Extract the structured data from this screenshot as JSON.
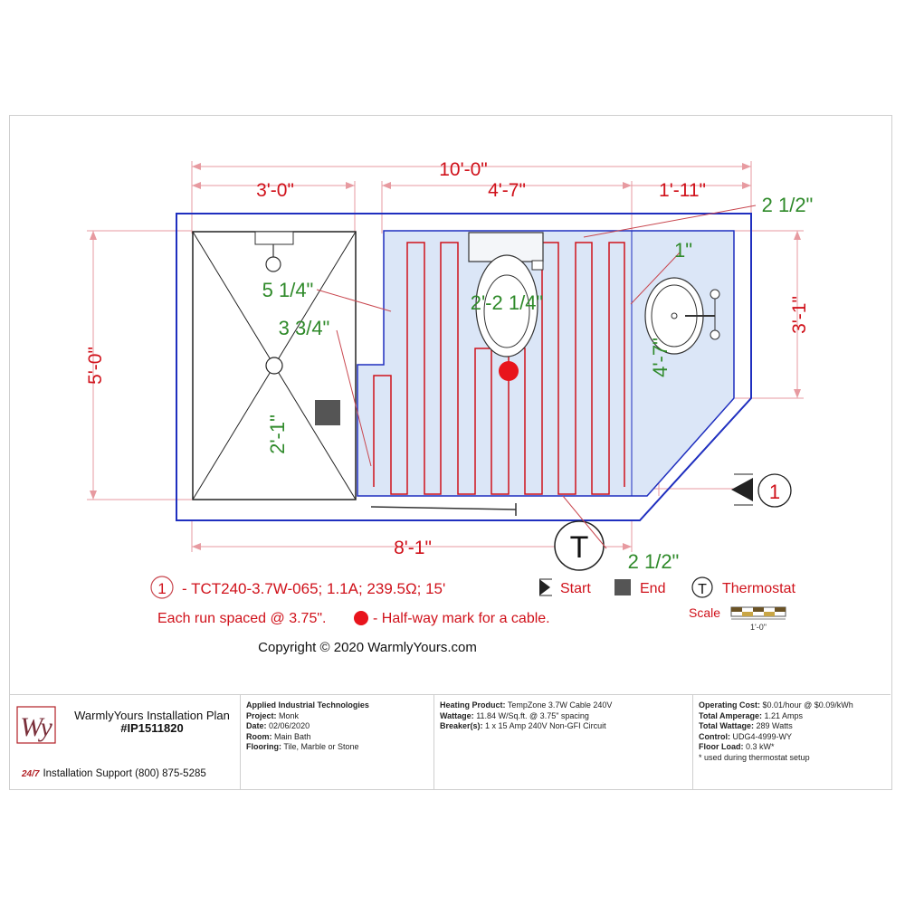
{
  "dimensions": {
    "overall_width": "10'-0\"",
    "shower_width": "3'-0\"",
    "heated_width": "4'-7\"",
    "vanity_width": "1'-11\"",
    "room_height": "5'-0\"",
    "vanity_height": "3'-1\"",
    "bottom_width": "8'-1\"",
    "vanity_run": "4'-7\"",
    "lower_run": "2'-1\"",
    "toilet_offset": "2'-2 1/4\""
  },
  "offsets": {
    "top_right": "2 1/2\"",
    "vanity_gap": "1\"",
    "left_offset": "5 1/4\"",
    "shower_gap": "3 3/4\"",
    "bottom_offset": "2 1/2\""
  },
  "markers": {
    "cable_number": "1",
    "thermostat_symbol": "T"
  },
  "legend": {
    "cable_number": "1",
    "cable_spec": "- TCT240-3.7W-065; 1.1A; 239.5Ω; 15'",
    "start_label": "Start",
    "end_label": "End",
    "thermostat_symbol": "T",
    "thermostat_label": "Thermostat",
    "spacing_note": "Each run spaced @ 3.75\".",
    "halfway_note": "- Half-way mark for a cable.",
    "scale_label": "Scale",
    "scale_value": "1'-0\"",
    "copyright": "Copyright © 2020 WarmlyYours.com"
  },
  "title_block": {
    "brand_title": "WarmlyYours Installation Plan",
    "plan_id": "#IP1511820",
    "support_tag": "24/7",
    "support_text": "Installation Support (800) 875-5285",
    "company": "Applied Industrial Technologies",
    "project_label": "Project:",
    "project": "Monk",
    "date_label": "Date:",
    "date": "02/06/2020",
    "room_label": "Room:",
    "room": "Main Bath",
    "flooring_label": "Flooring:",
    "flooring": "Tile, Marble or Stone",
    "product_label": "Heating Product:",
    "product": "TempZone 3.7W Cable 240V",
    "wattage_label": "Wattage:",
    "wattage": "11.84 W/Sq.ft. @ 3.75\" spacing",
    "breaker_label": "Breaker(s):",
    "breaker": "1 x 15 Amp 240V Non-GFI Circuit",
    "cost_label": "Operating Cost:",
    "cost": "$0.01/hour @ $0.09/kWh",
    "amperage_label": "Total Amperage:",
    "amperage": "1.21 Amps",
    "total_wattage_label": "Total Wattage:",
    "total_wattage": "289 Watts",
    "control_label": "Control:",
    "control": "UDG4-4999-WY",
    "floor_load_label": "Floor Load:",
    "floor_load": "0.3 kW*",
    "footnote": "* used during thermostat setup"
  },
  "colors": {
    "dimension": "#d0121b",
    "offset": "#2f8a2a",
    "room_outline": "#1f2fbf",
    "heated_fill": "#dbe6f7",
    "cable": "#d0121b"
  }
}
